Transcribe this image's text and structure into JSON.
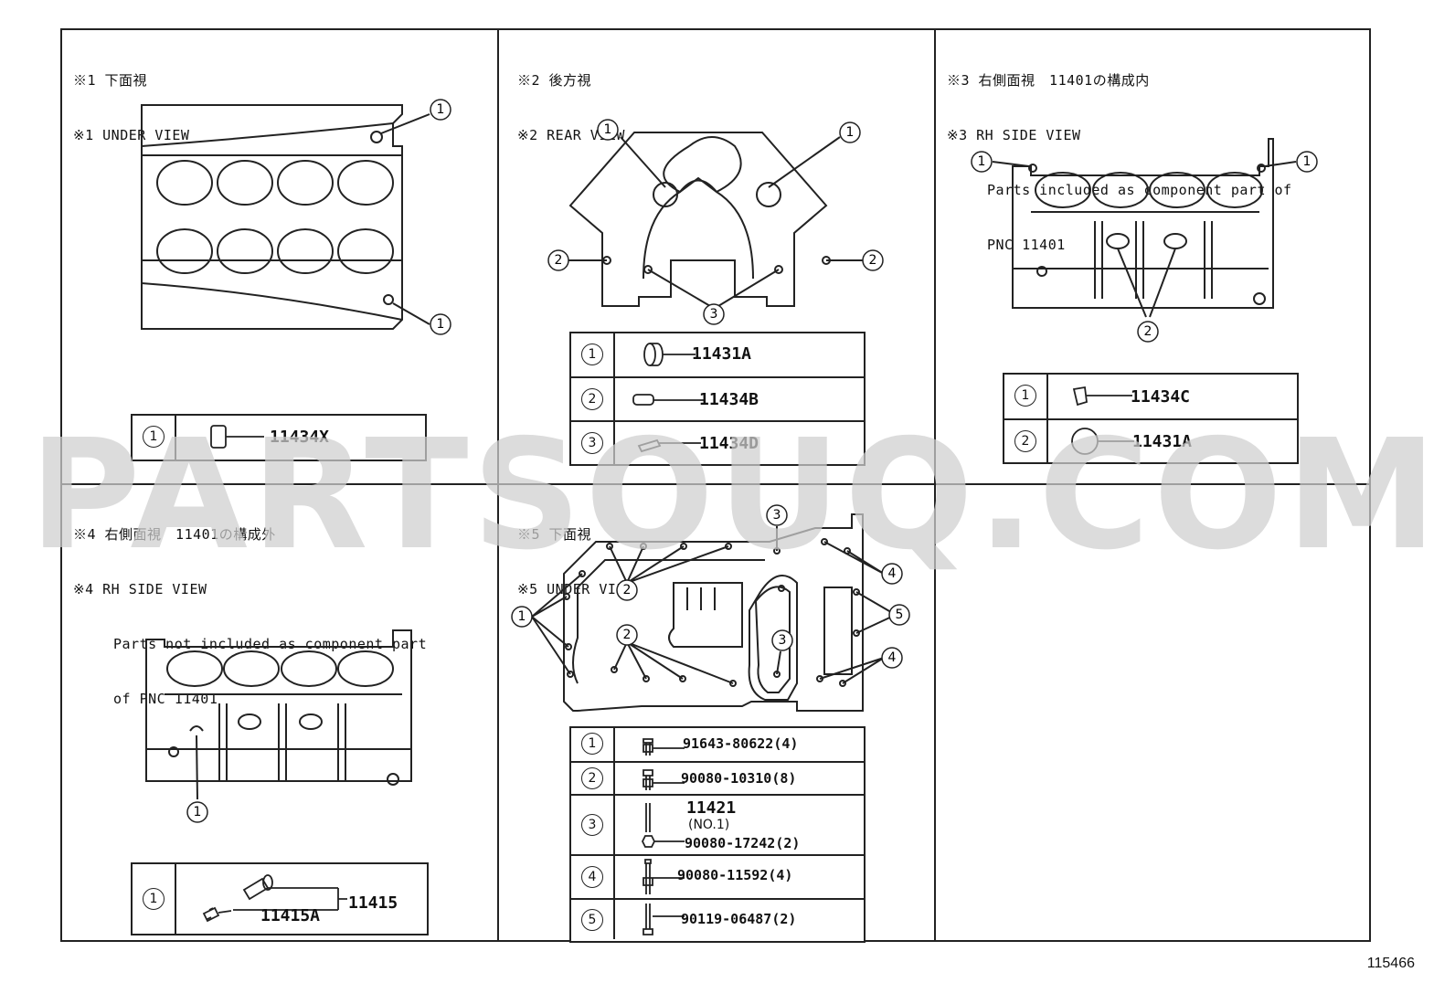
{
  "watermark": "PARTSOUQ.COM",
  "figure_number": "115466",
  "panel1": {
    "caption_jp": "※1 下面視",
    "caption_en": "※1 UNDER VIEW",
    "callout_1": "1",
    "rows": [
      {
        "callout": "1",
        "part": "11434X"
      }
    ]
  },
  "panel2": {
    "caption_jp": "※2 後方視",
    "caption_en": "※2 REAR VIEW",
    "callout_1": "1",
    "callout_2": "2",
    "callout_3": "3",
    "rows": [
      {
        "callout": "1",
        "part": "11431A"
      },
      {
        "callout": "2",
        "part": "11434B"
      },
      {
        "callout": "3",
        "part": "11434D"
      }
    ]
  },
  "panel3": {
    "caption_jp": "※3 右側面視　11401の構成内",
    "caption_en": "※3 RH SIDE VIEW",
    "note_1": "Parts included as component part of",
    "note_2": "PNC 11401",
    "callout_1": "1",
    "callout_2": "2",
    "rows": [
      {
        "callout": "1",
        "part": "11434C"
      },
      {
        "callout": "2",
        "part": "11431A"
      }
    ]
  },
  "panel4": {
    "caption_jp": "※4 右側面視　11401の構成外",
    "caption_en": "※4 RH SIDE VIEW",
    "note_1": "Parts not included as component part",
    "note_2": "of PNC 11401",
    "callout_1": "1",
    "rows": [
      {
        "callout": "1",
        "part_sub": "11415A",
        "part_assy": "11415"
      }
    ]
  },
  "panel5": {
    "caption_jp": "※5 下面視",
    "caption_en": "※5 UNDER VIEW",
    "callout_1": "1",
    "callout_2": "2",
    "callout_3": "3",
    "callout_4": "4",
    "callout_5": "5",
    "rows": [
      {
        "callout": "1",
        "part": "91643-80622(4)"
      },
      {
        "callout": "2",
        "part": "90080-10310(8)"
      },
      {
        "callout": "3",
        "part": "11421",
        "part_note": "(NO.1)",
        "part_2": "90080-17242(2)"
      },
      {
        "callout": "4",
        "part": "90080-11592(4)"
      },
      {
        "callout": "5",
        "part": "90119-06487(2)"
      }
    ]
  }
}
